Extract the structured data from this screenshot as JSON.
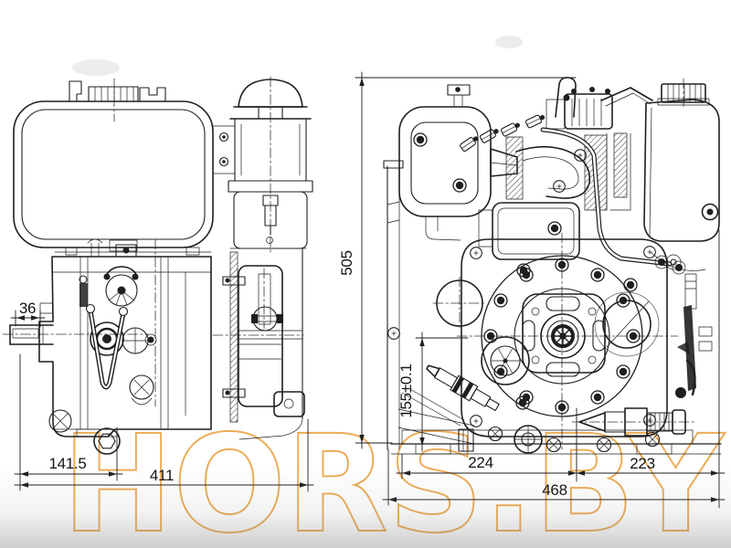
{
  "watermark": {
    "text": "HORS.BY",
    "color": "#EAA13F"
  },
  "style": {
    "line_color": "#1f1f1f",
    "background": "#ffffff"
  },
  "dimensions": {
    "shaft_key_length": "36",
    "shaft_end_to_mount_face": "141.5",
    "side_overall_length": "411",
    "overall_height": "505",
    "crankshaft_axis_height": "155±0.1",
    "mount_span_left": "224",
    "mount_span_right": "223",
    "front_overall_width": "468"
  }
}
